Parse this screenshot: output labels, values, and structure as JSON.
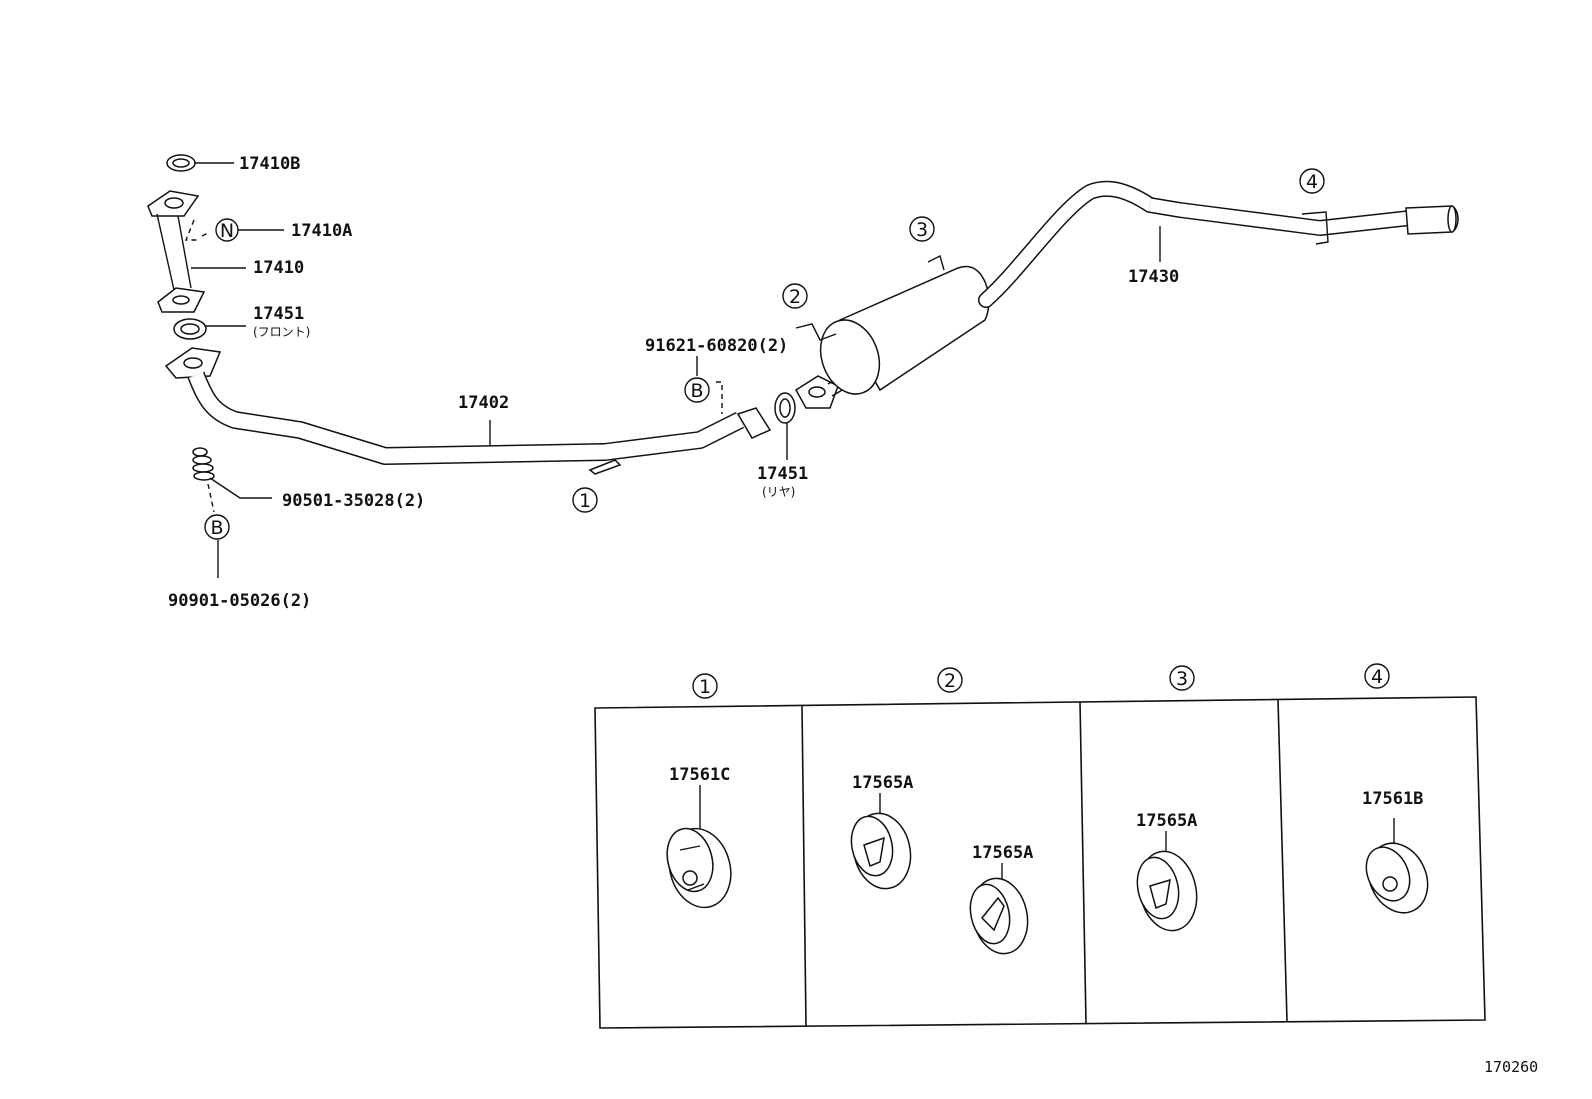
{
  "parts": {
    "p17410B": "17410B",
    "p17410A": "17410A",
    "p17410": "17410",
    "p17451_front": "17451",
    "p17451_front_note": "(フロント)",
    "p17402": "17402",
    "p91621": "91621-60820(2)",
    "p17451_rear": "17451",
    "p17451_rear_note": "(リヤ)",
    "p90501": "90501-35028(2)",
    "p90901": "90901-05026(2)",
    "p17430": "17430"
  },
  "markers": {
    "N": "N",
    "B_upper": "B",
    "B_lower": "B",
    "c1": "①",
    "c2": "②",
    "c3": "③",
    "c4": "④"
  },
  "detail_table": {
    "headers": [
      "①",
      "②",
      "③",
      "④"
    ],
    "cells": [
      {
        "labels": [
          "17561C"
        ]
      },
      {
        "labels": [
          "17565A",
          "17565A"
        ]
      },
      {
        "labels": [
          "17565A"
        ]
      },
      {
        "labels": [
          "17561B"
        ]
      }
    ]
  },
  "figure_number": "170260"
}
